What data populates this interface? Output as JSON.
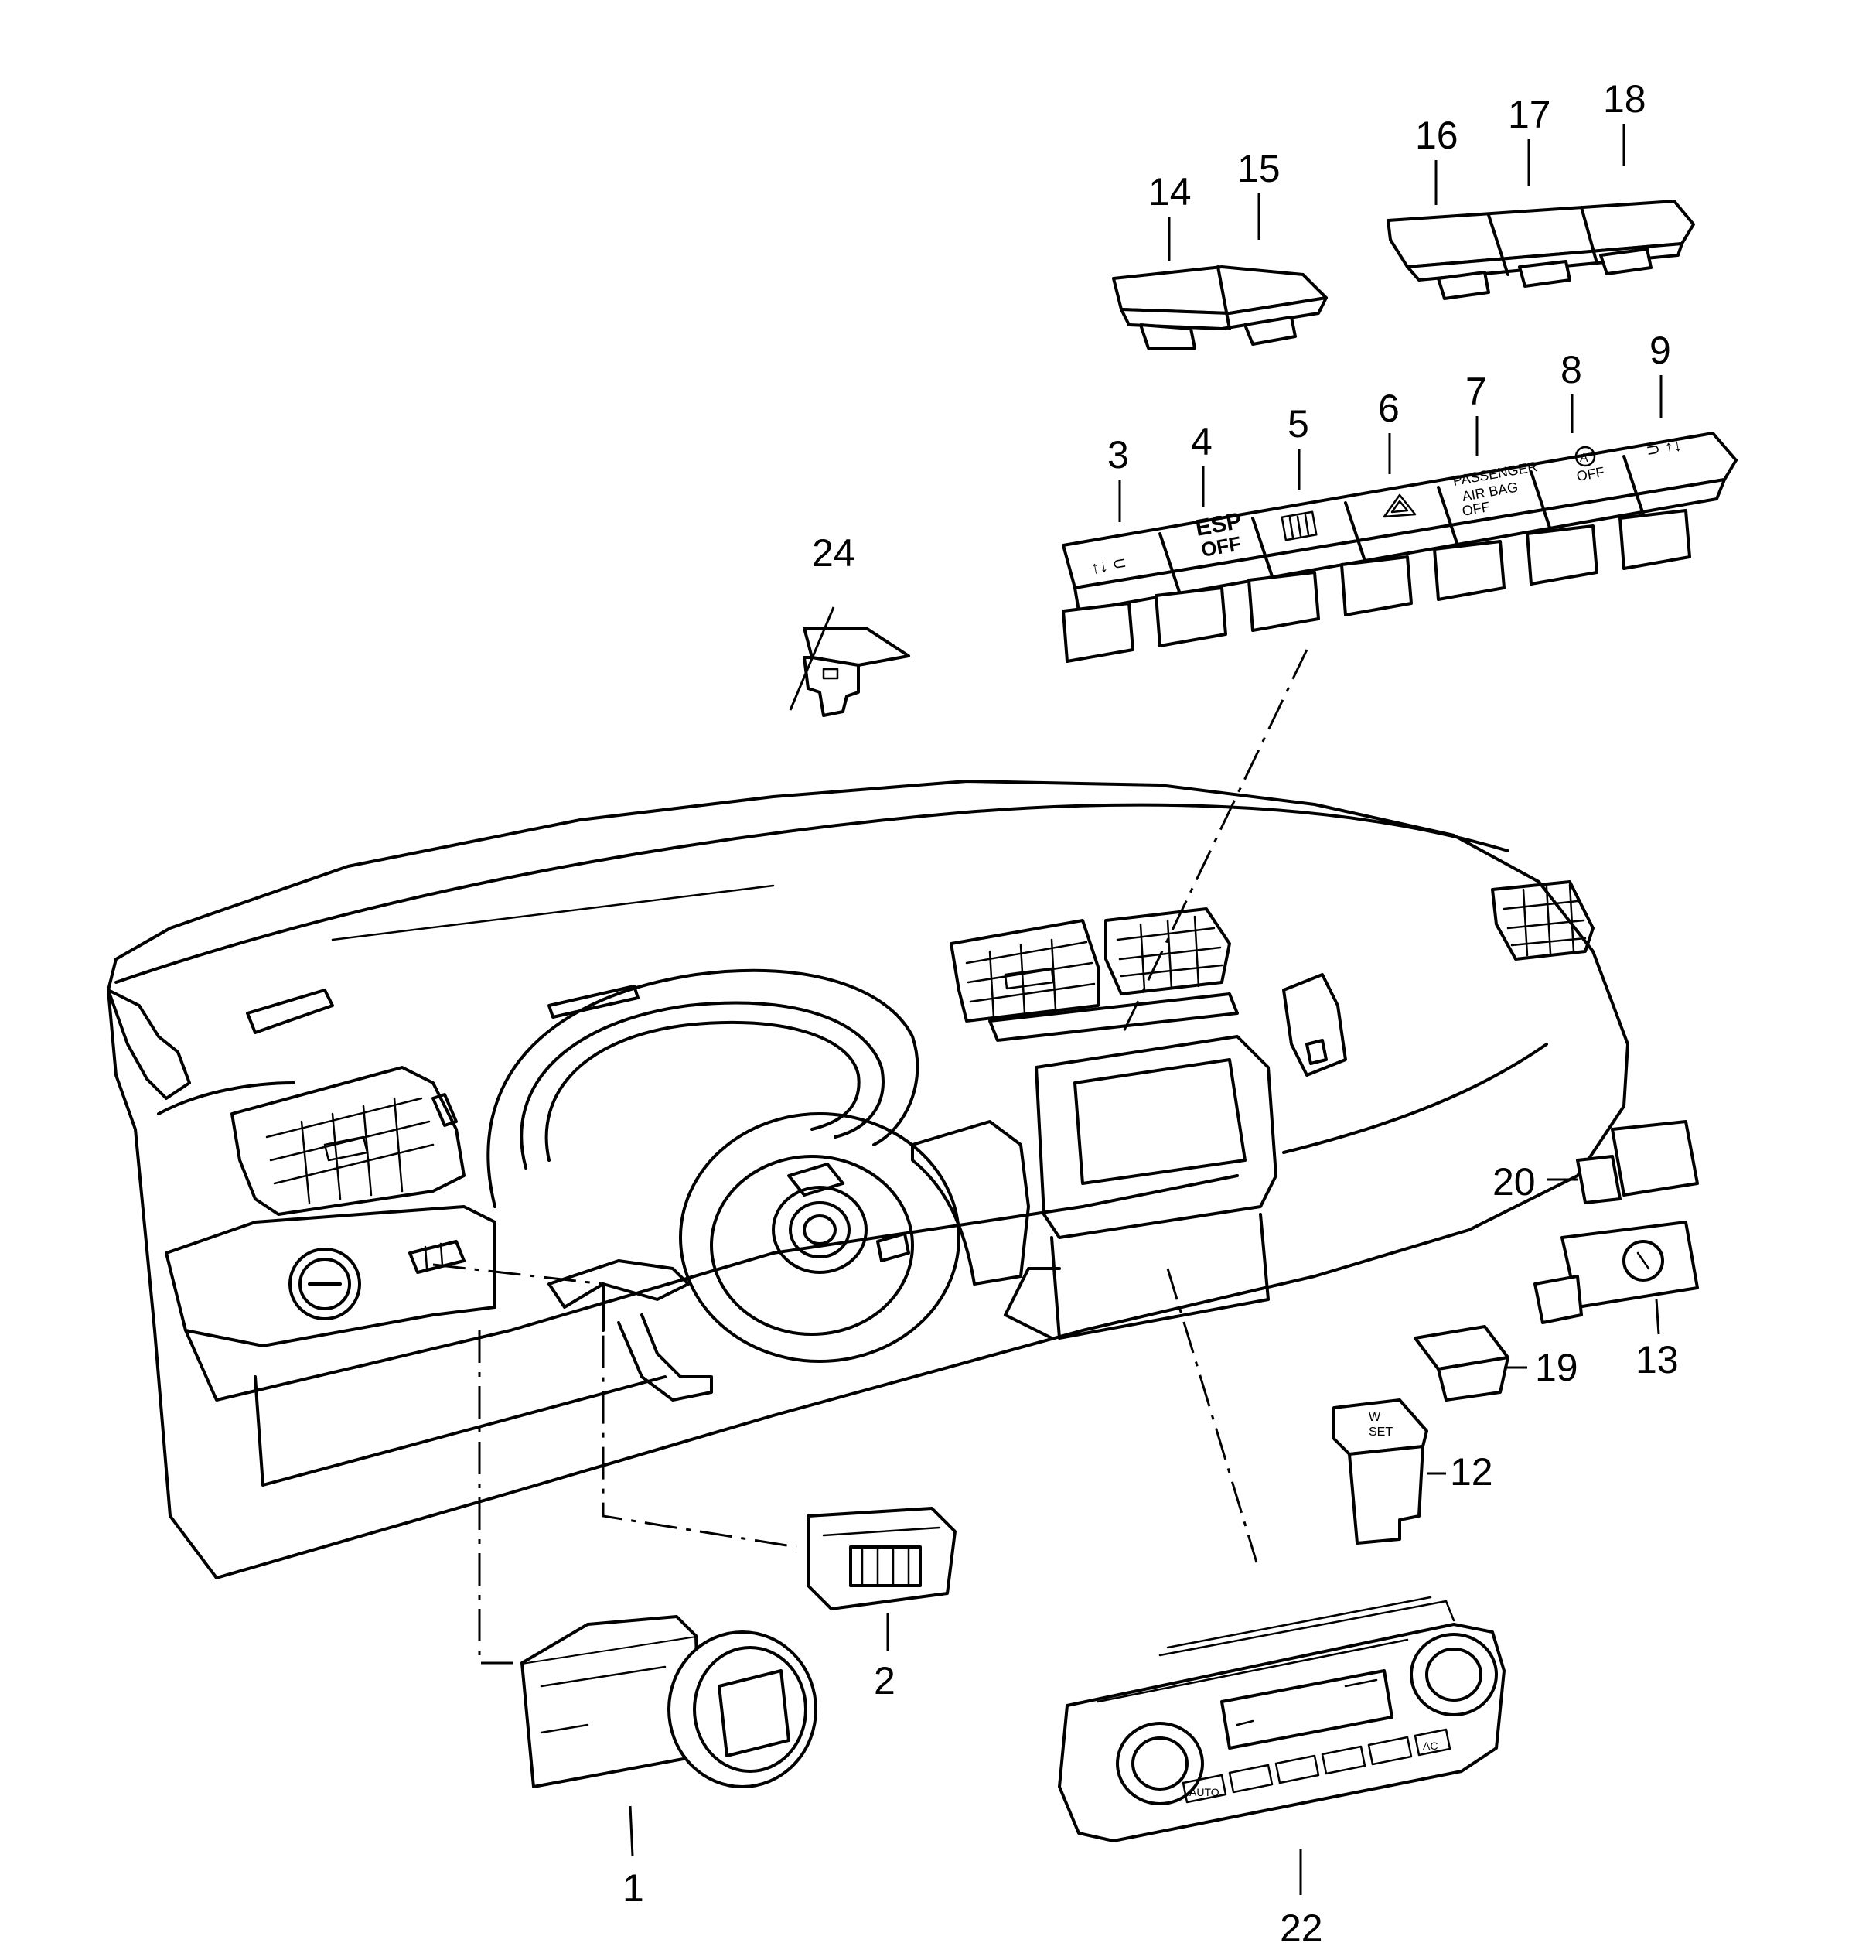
{
  "callouts": {
    "c1": "1",
    "c2": "2",
    "c3": "3",
    "c4": "4",
    "c5": "5",
    "c6": "6",
    "c7": "7",
    "c8": "8",
    "c9": "9",
    "c12": "12",
    "c13": "13",
    "c14": "14",
    "c15": "15",
    "c16": "16",
    "c17": "17",
    "c18": "18",
    "c19": "19",
    "c20": "20",
    "c22": "22",
    "c24": "24"
  },
  "button_labels": {
    "esp_line1": "ESP",
    "esp_line2": "OFF",
    "airbag_line1": "PASSENGER",
    "airbag_line2": "AIR BAG",
    "airbag_line3": "OFF",
    "start_stop_symbol": "A",
    "start_stop_off": "OFF",
    "memory_line1": "W",
    "memory_line2": "SET",
    "climate_auto": "AUTO",
    "climate_ac": "AC"
  }
}
